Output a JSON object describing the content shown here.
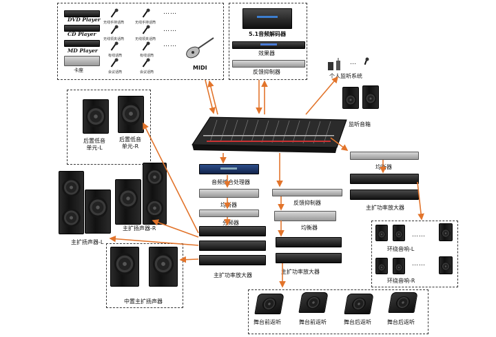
{
  "sources": {
    "dvd": "DVD  Player",
    "cd": "CD  Player",
    "md": "MD  Player",
    "kazuo": "卡座",
    "mic_handheld_1": "无线手持话筒",
    "mic_handheld_2": "无线手持话筒",
    "mic_lavalier_1": "无线领夹话筒",
    "mic_lavalier_2": "无线领夹话筒",
    "mic_wired_1": "有线话筒",
    "mic_wired_2": "有线话筒",
    "mic_conf_1": "会议话筒",
    "mic_conf_2": "会议话筒",
    "dots": "……",
    "midi": "MIDI"
  },
  "processors": {
    "decoder": "5.1音频解码器",
    "effects": "效果器",
    "feedback_top": "反馈抑制器"
  },
  "monitor_system": {
    "personal": "个人监听系统",
    "dots": "…",
    "speakers": "监听音箱"
  },
  "rear_sub": {
    "left": "后置低音\n单元-L",
    "right": "后置低音\n单元-R"
  },
  "main_speakers": {
    "left": "主扩扬声器-L",
    "right": "主扩扬声器-R",
    "center": "中置主扩扬声器"
  },
  "left_chain": {
    "processor": "音频综合处理器",
    "eq": "均衡器",
    "crossover": "分频器",
    "amp": "主扩功率放大器"
  },
  "mid_chain": {
    "feedback": "反馈抑制器",
    "eq": "均衡器",
    "amp": "主扩功率放大器"
  },
  "right_chain": {
    "eq": "均衡器",
    "amp": "主扩功率放大器"
  },
  "surround": {
    "left": "环绕音响-L",
    "right": "环绕音响-R",
    "dots": "……"
  },
  "stage_monitors": {
    "front_1": "舞台前返听",
    "front_2": "舞台前返听",
    "rear_1": "舞台后返听",
    "rear_2": "舞台后返听"
  },
  "colors": {
    "arrow": "#e2742b"
  }
}
